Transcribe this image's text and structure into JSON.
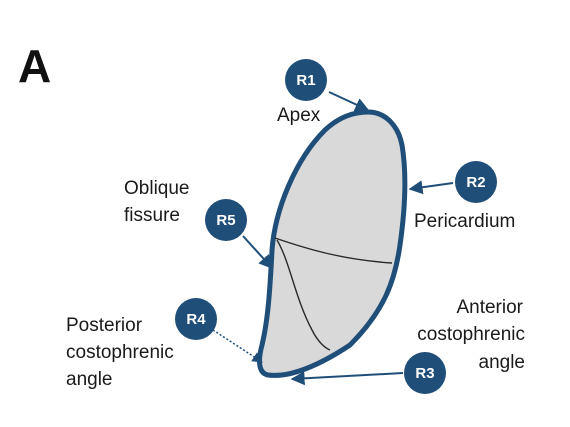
{
  "panel": {
    "letter": "A"
  },
  "colors": {
    "outline": "#1f4e79",
    "badge_fill": "#1f4e79",
    "lung_fill": "#d9d9d9",
    "fissure": "#2a2a2a"
  },
  "regions": [
    {
      "id": "R1",
      "label_lines": [
        "Apex"
      ]
    },
    {
      "id": "R2",
      "label_lines": [
        "Pericardium"
      ]
    },
    {
      "id": "R3",
      "label_lines": [
        "Anterior",
        "costophrenic",
        "angle"
      ]
    },
    {
      "id": "R4",
      "label_lines": [
        "Posterior",
        "costophrenic",
        "angle"
      ]
    },
    {
      "id": "R5",
      "label_lines": [
        "Oblique",
        "fissure"
      ]
    }
  ]
}
